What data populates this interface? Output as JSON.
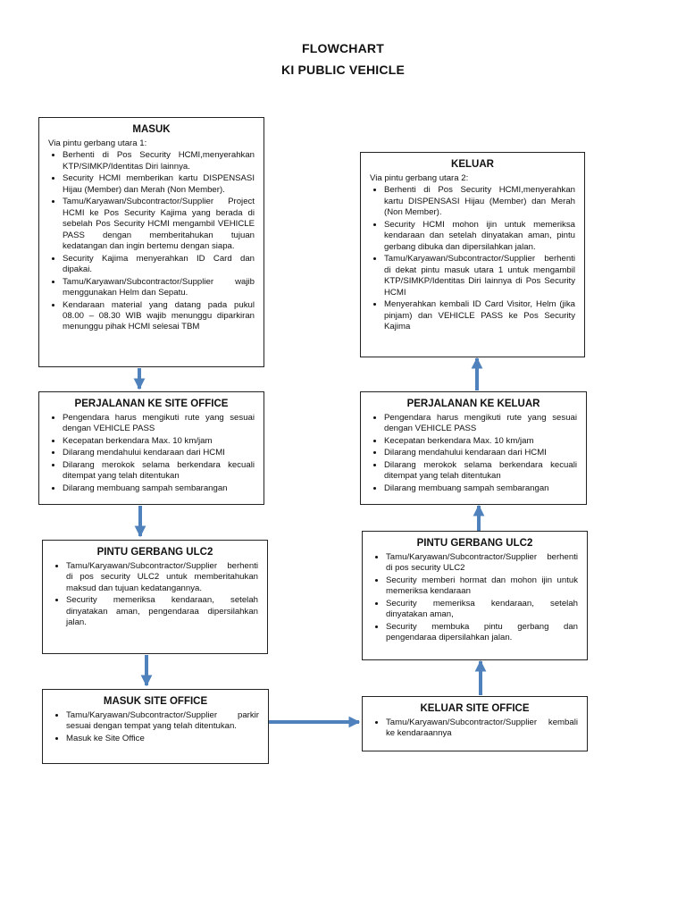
{
  "header": {
    "title": "FLOWCHART",
    "subtitle": "KI PUBLIC VEHICLE"
  },
  "colors": {
    "arrow": "#4f81bd",
    "border": "#222222"
  },
  "boxes": {
    "masuk": {
      "title": "MASUK",
      "intro": "Via pintu gerbang utara 1:",
      "items": [
        "Berhenti di Pos Security HCMI,menyerahkan KTP/SIMKP/Identitas Diri lainnya.",
        "Security HCMI memberikan kartu DISPENSASI Hijau (Member) dan Merah (Non Member).",
        "Tamu/Karyawan/Subcontractor/Supplier Project HCMI ke Pos Security Kajima yang berada di sebelah Pos Security HCMI mengambil VEHICLE PASS dengan memberitahukan tujuan kedatangan dan ingin bertemu dengan siapa.",
        "Security Kajima menyerahkan ID Card dan dipakai.",
        "Tamu/Karyawan/Subcontractor/Supplier wajib menggunakan Helm dan Sepatu.",
        "Kendaraan material yang datang pada pukul 08.00 – 08.30 WIB wajib menunggu diparkiran menunggu pihak HCMI selesai TBM"
      ]
    },
    "perjalanan_site": {
      "title": "PERJALANAN KE SITE OFFICE",
      "items": [
        "Pengendara harus mengikuti rute yang sesuai dengan VEHICLE PASS",
        "Kecepatan berkendara Max. 10 km/jam",
        "Dilarang mendahului kendaraan dari HCMI",
        "Dilarang merokok selama berkendara kecuali ditempat yang telah ditentukan",
        "Dilarang membuang sampah sembarangan"
      ]
    },
    "pintu_left": {
      "title": "PINTU GERBANG ULC2",
      "items": [
        "Tamu/Karyawan/Subcontractor/Supplier berhenti di pos security ULC2 untuk memberitahukan maksud dan tujuan kedatangannya.",
        "Security memeriksa kendaraan, setelah dinyatakan aman, pengendaraa dipersilahkan jalan."
      ]
    },
    "masuk_site": {
      "title": "MASUK SITE OFFICE",
      "items": [
        "Tamu/Karyawan/Subcontractor/Supplier parkir sesuai dengan tempat yang telah ditentukan.",
        "Masuk ke Site Office"
      ]
    },
    "keluar_site": {
      "title": "KELUAR SITE OFFICE",
      "items": [
        "Tamu/Karyawan/Subcontractor/Supplier kembali ke kendaraannya"
      ]
    },
    "pintu_right": {
      "title": "PINTU GERBANG ULC2",
      "items": [
        "Tamu/Karyawan/Subcontractor/Supplier berhenti di pos security ULC2",
        "Security memberi hormat dan mohon ijin untuk memeriksa kendaraan",
        "Security memeriksa kendaraan, setelah dinyatakan aman,",
        "Security membuka pintu gerbang dan pengendaraa dipersilahkan jalan."
      ]
    },
    "perjalanan_keluar": {
      "title": "PERJALANAN KE KELUAR",
      "items": [
        "Pengendara harus mengikuti rute yang sesuai dengan VEHICLE PASS",
        "Kecepatan berkendara Max. 10 km/jam",
        "Dilarang mendahului kendaraan dari HCMI",
        "Dilarang merokok selama berkendara kecuali ditempat yang telah ditentukan",
        "Dilarang membuang sampah sembarangan"
      ]
    },
    "keluar": {
      "title": "KELUAR",
      "intro": "Via pintu gerbang utara 2:",
      "items": [
        "Berhenti di Pos Security HCMI,menyerahkan kartu DISPENSASI Hijau (Member) dan Merah (Non Member).",
        "Security HCMI mohon ijin untuk memeriksa kendaraan dan setelah dinyatakan aman, pintu gerbang dibuka dan dipersilahkan jalan.",
        "Tamu/Karyawan/Subcontractor/Supplier berhenti di dekat pintu masuk utara 1 untuk mengambil KTP/SIMKP/Identitas Diri lainnya di Pos Security HCMI",
        "Menyerahkan kembali ID Card Visitor, Helm (jika pinjam) dan VEHICLE PASS ke Pos Security Kajima"
      ]
    }
  }
}
